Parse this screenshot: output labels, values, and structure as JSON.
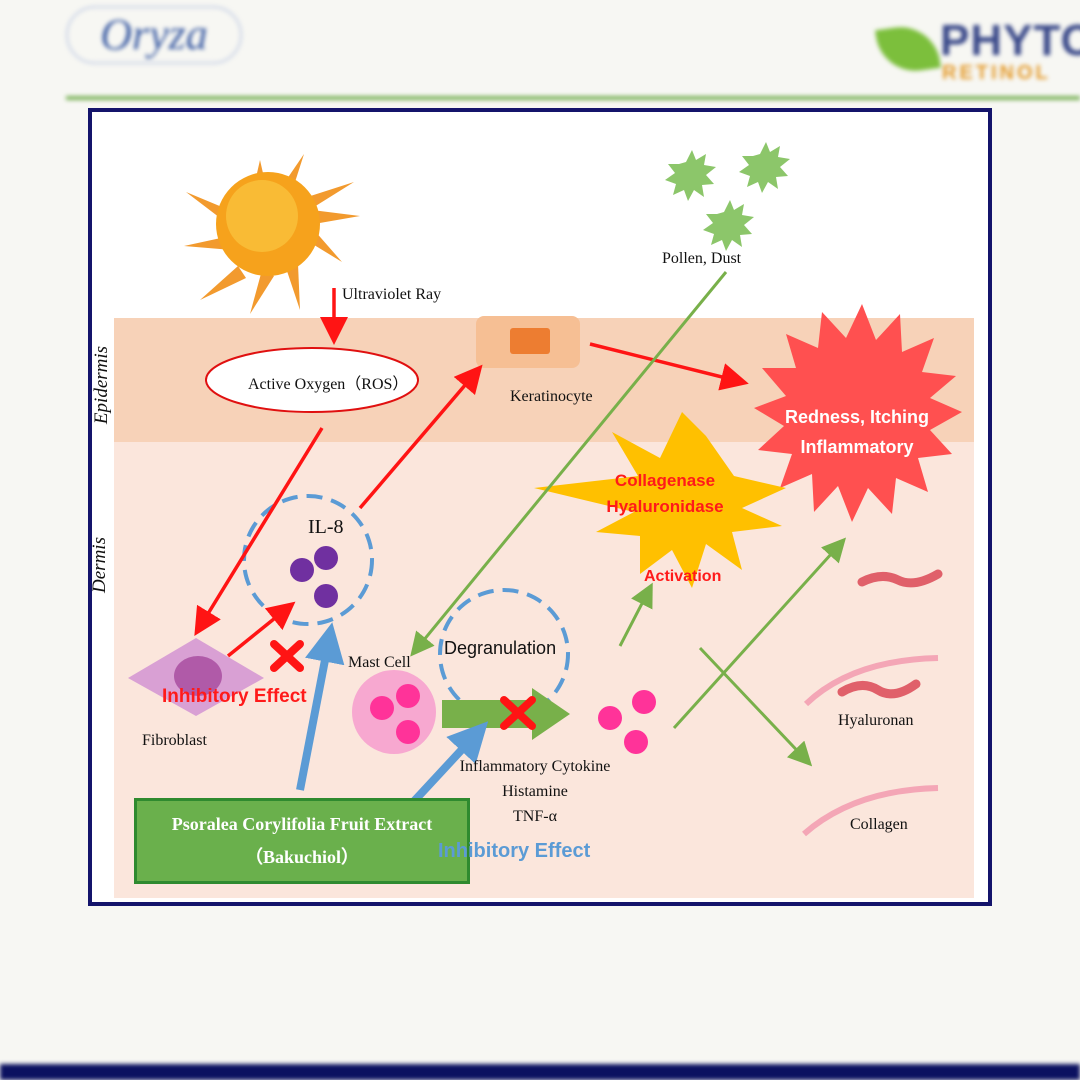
{
  "header": {
    "left_logo": "Oryza",
    "right_logo_line1": "PHYTO",
    "right_logo_line2": "RETINOL"
  },
  "diagram": {
    "layers": {
      "epidermis": "Epidermis",
      "dermis": "Dermis"
    },
    "ultraviolet": "Ultraviolet Ray",
    "active_oxygen": "Active Oxygen（ROS）",
    "keratinocyte": "Keratinocyte",
    "pollen": "Pollen, Dust",
    "redness_line1": "Redness, Itching",
    "redness_line2": "Inflammatory",
    "enzyme_line1": "Collagenase",
    "enzyme_line2": "Hyaluronidase",
    "activation": "Activation",
    "il8": "IL-8",
    "mast_cell": "Mast Cell",
    "degranulation": "Degranulation",
    "fibroblast": "Fibroblast",
    "inhibitory_red": "Inhibitory Effect",
    "inhibitory_blue": "Inhibitory Effect",
    "mediator_line1": "Inflammatory Cytokine",
    "mediator_line2": "Histamine",
    "mediator_line3": "TNF-α",
    "hyaluronan": "Hyaluronan",
    "collagen": "Collagen",
    "extract_line1": "Psoralea Corylifolia Fruit Extract",
    "extract_line2": "（Bakuchiol）"
  },
  "colors": {
    "epidermis_band": "#f7d2b8",
    "dermis_band": "#fbe6dc",
    "red_arrow": "#ff1414",
    "green_arrow": "#78b04a",
    "blue_arrow": "#5b9bd5",
    "frame_border": "#14146b",
    "extract_fill": "#6ab04c"
  }
}
